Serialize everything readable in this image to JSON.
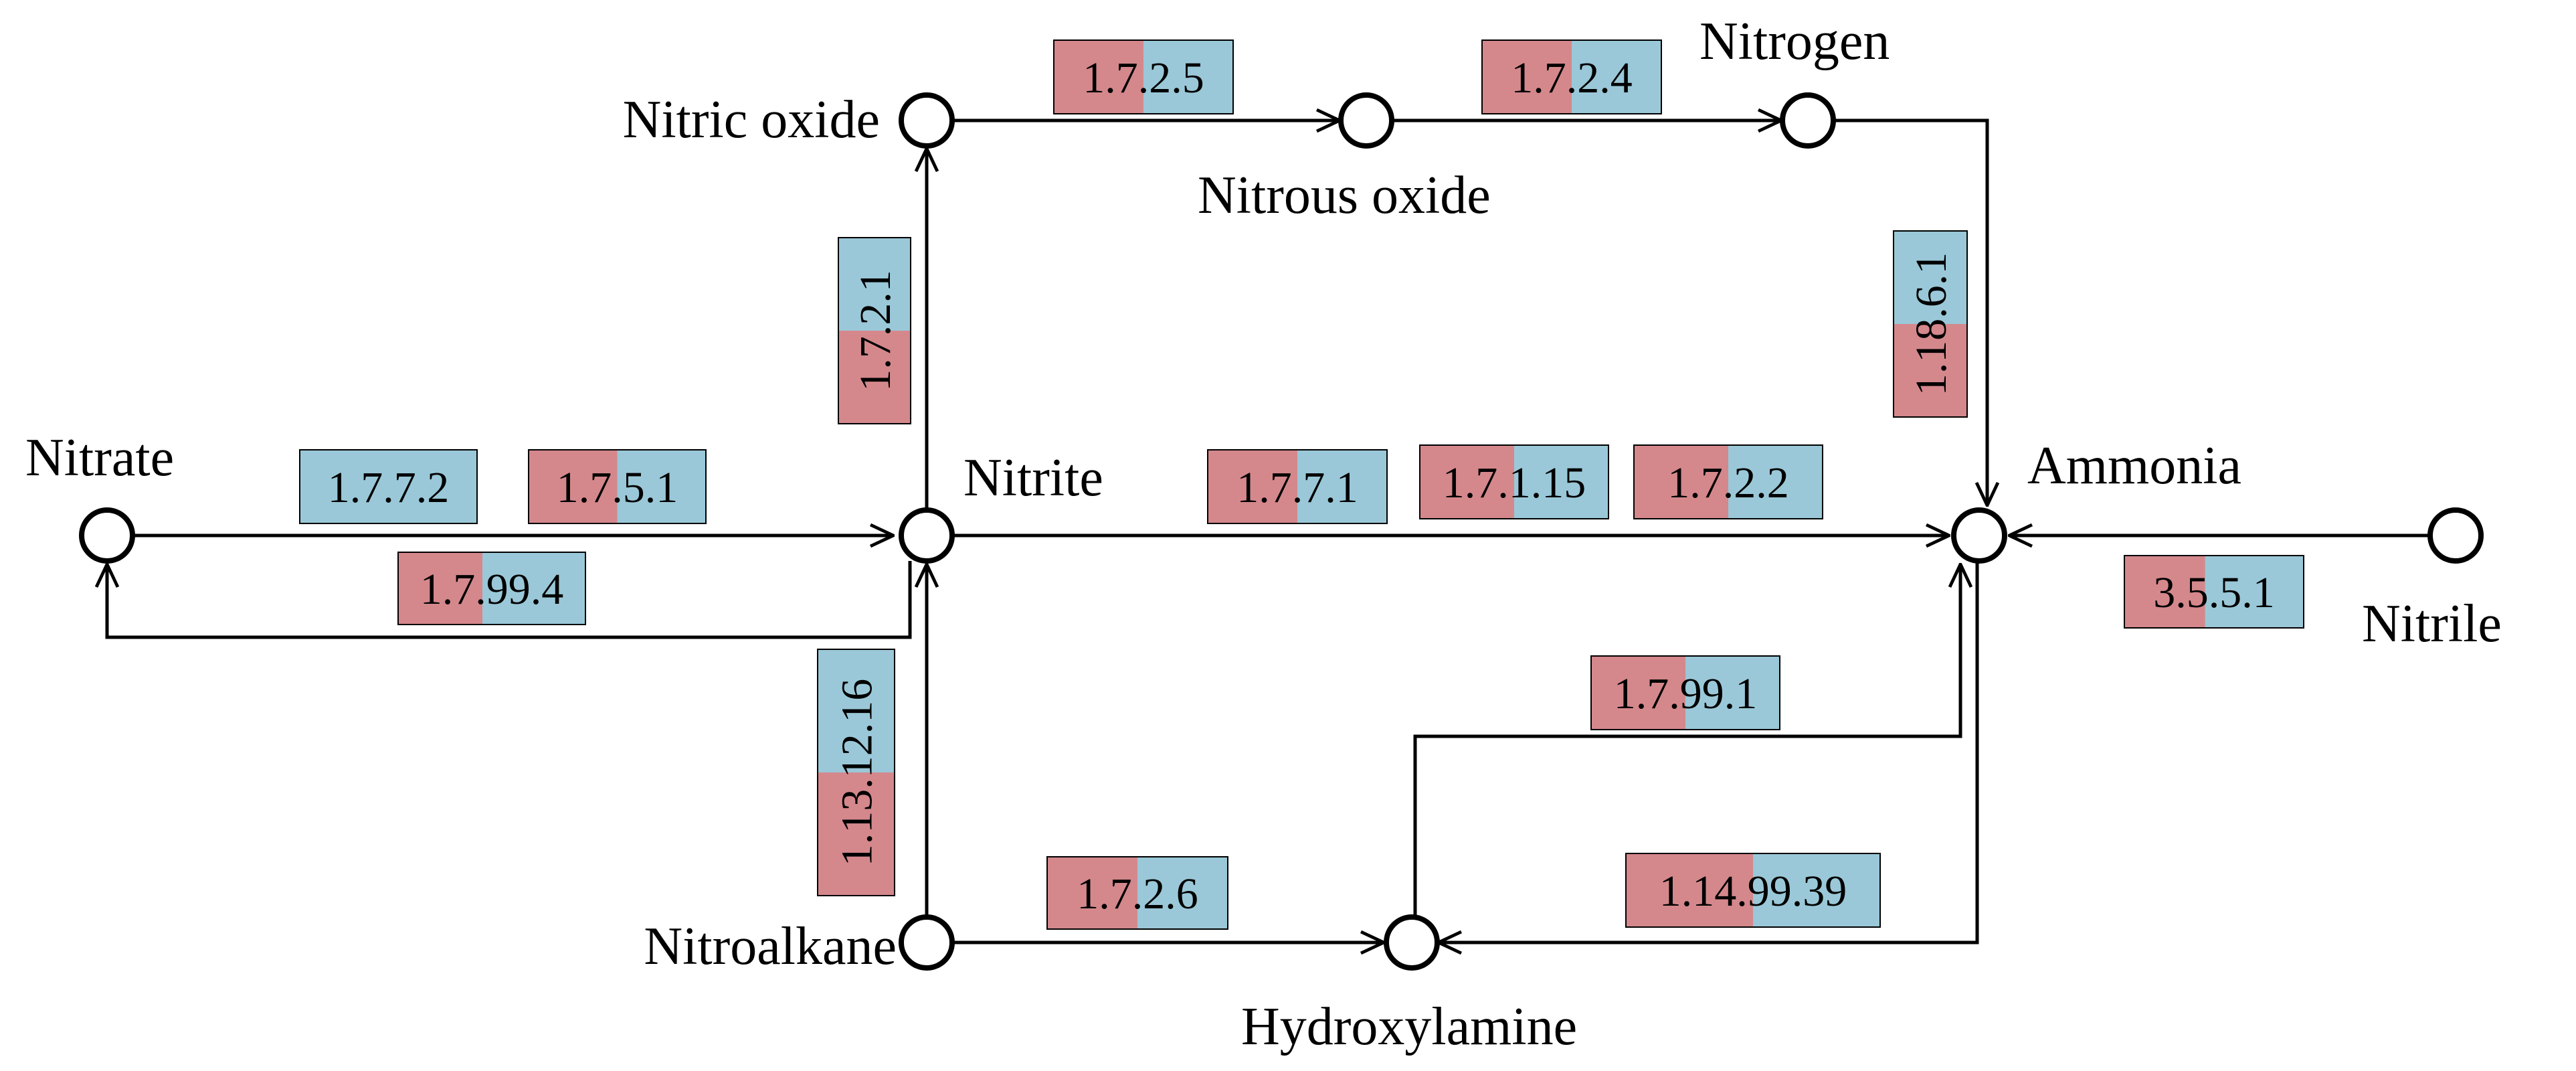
{
  "colors": {
    "red": "#d4888c",
    "blue": "#9ac8d8",
    "line": "#000000"
  },
  "nodes": {
    "nitrate": "Nitrate",
    "nitrite": "Nitrite",
    "nitric_oxide": "Nitric oxide",
    "nitrous_oxide": "Nitrous oxide",
    "nitrogen": "Nitrogen",
    "ammonia": "Ammonia",
    "nitrile": "Nitrile",
    "nitroalkane": "Nitroalkane",
    "hydroxylamine": "Hydroxylamine"
  },
  "enzymes": {
    "e_1_7_7_2": {
      "label": "1.7.7.2",
      "red_fraction": 0.0
    },
    "e_1_7_5_1": {
      "label": "1.7.5.1",
      "red_fraction": 0.5
    },
    "e_1_7_99_4": {
      "label": "1.7.99.4",
      "red_fraction": 0.45
    },
    "e_1_7_2_1": {
      "label": "1.7.2.1",
      "red_fraction": 0.5
    },
    "e_1_7_2_5": {
      "label": "1.7.2.5",
      "red_fraction": 0.5
    },
    "e_1_7_2_4": {
      "label": "1.7.2.4",
      "red_fraction": 0.5
    },
    "e_1_18_6_1": {
      "label": "1.18.6.1",
      "red_fraction": 0.5
    },
    "e_1_7_7_1": {
      "label": "1.7.7.1",
      "red_fraction": 0.5
    },
    "e_1_7_1_15": {
      "label": "1.7.1.15",
      "red_fraction": 0.5
    },
    "e_1_7_2_2": {
      "label": "1.7.2.2",
      "red_fraction": 0.5
    },
    "e_3_5_5_1": {
      "label": "3.5.5.1",
      "red_fraction": 0.45
    },
    "e_1_7_99_1": {
      "label": "1.7.99.1",
      "red_fraction": 0.5
    },
    "e_1_13_12_16": {
      "label": "1.13.12.16",
      "red_fraction": 0.5
    },
    "e_1_7_2_6": {
      "label": "1.7.2.6",
      "red_fraction": 0.5
    },
    "e_1_14_99_39": {
      "label": "1.14.99.39",
      "red_fraction": 0.5
    }
  }
}
